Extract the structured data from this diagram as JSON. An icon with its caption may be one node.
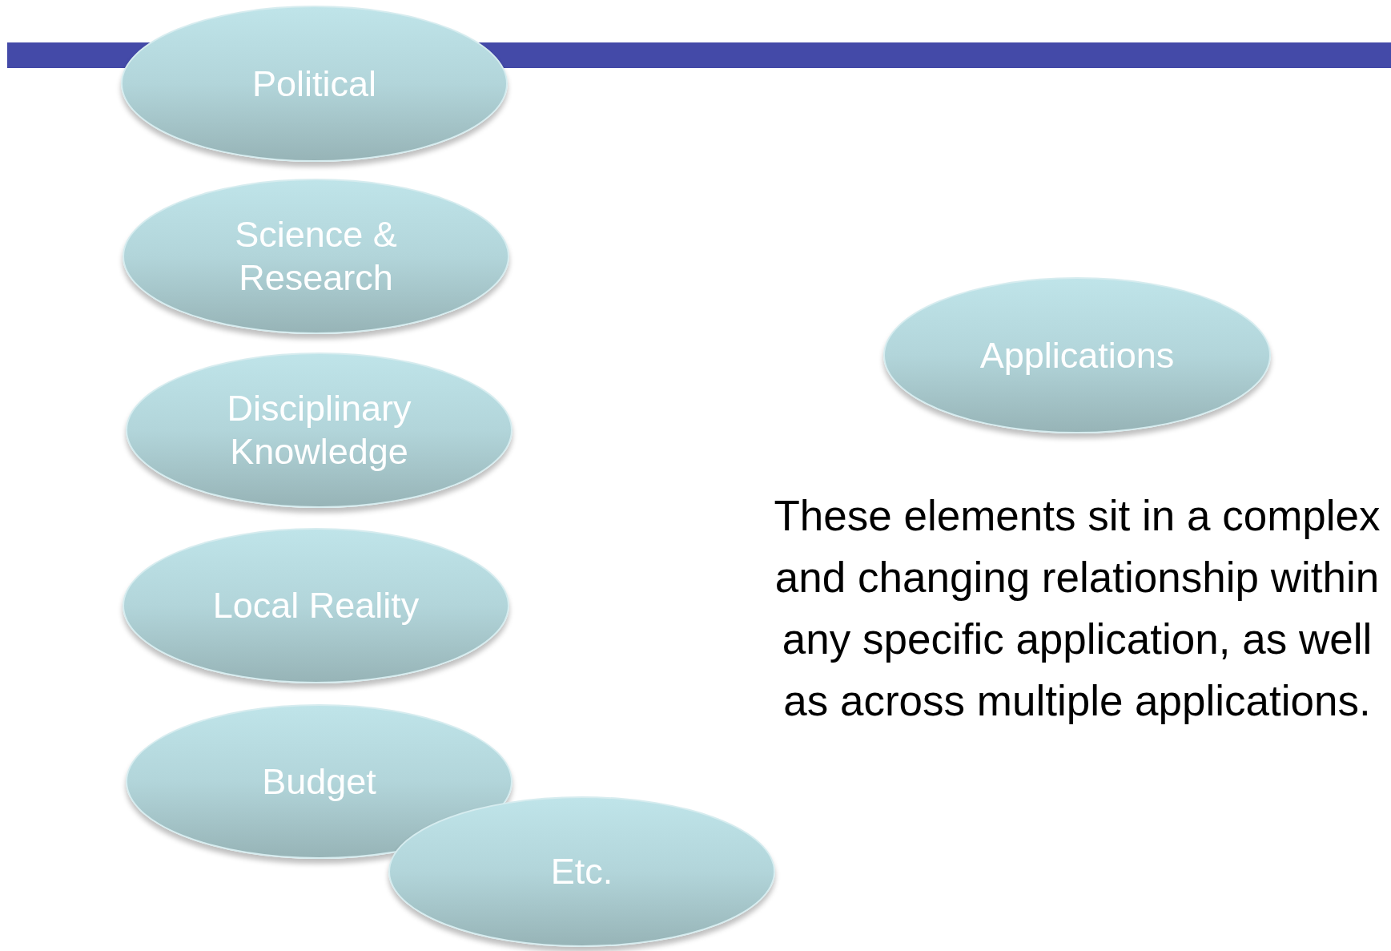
{
  "diagram": {
    "nodes": [
      {
        "text": [
          "Political"
        ]
      },
      {
        "text": [
          "Science & Research"
        ]
      },
      {
        "text": [
          "Disciplinary Knowledge"
        ]
      },
      {
        "text": [
          "Local Reality"
        ]
      },
      {
        "text": [
          "Budget"
        ]
      },
      {
        "text": [
          "Etc."
        ]
      },
      {
        "text": [
          "Applications"
        ]
      }
    ],
    "labels": [
      "These elements sit in a complex and changing relationship within any specific application, as well as across multiple applications."
    ]
  }
}
